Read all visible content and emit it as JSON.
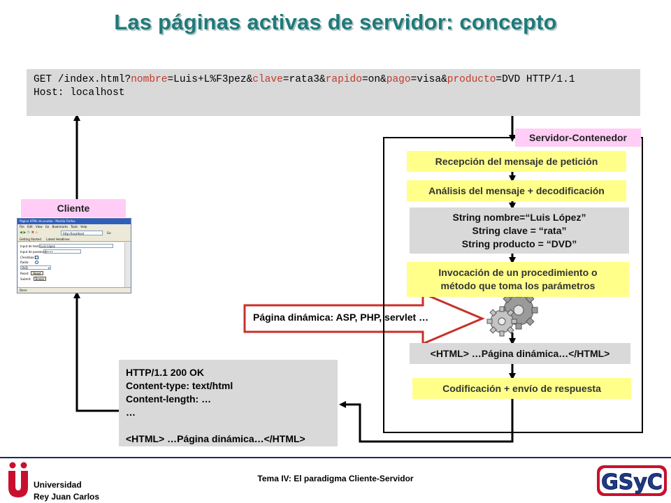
{
  "title": "Las páginas activas de servidor: concepto",
  "request": {
    "line1_parts": [
      {
        "text": "GET /index.html?",
        "type": "plain"
      },
      {
        "text": "nombre",
        "type": "param"
      },
      {
        "text": "=Luis+L%F3pez&",
        "type": "plain"
      },
      {
        "text": "clave",
        "type": "param"
      },
      {
        "text": "=rata3&",
        "type": "plain"
      },
      {
        "text": "rapido",
        "type": "param"
      },
      {
        "text": "=on&",
        "type": "plain"
      },
      {
        "text": "pago",
        "type": "param"
      },
      {
        "text": "=visa&",
        "type": "plain"
      },
      {
        "text": "producto",
        "type": "param"
      },
      {
        "text": "=DVD HTTP/1.1",
        "type": "plain"
      }
    ],
    "line2": "Host: localhost"
  },
  "server_label": "Servidor-Contenedor",
  "client_label": "Cliente",
  "steps": {
    "recepcion": "Recepción del mensaje de petición",
    "analisis": "Análisis del mensaje + decodificación",
    "strings": [
      "String nombre=“Luis López”",
      "String clave = “rata”",
      "String producto = “DVD”"
    ],
    "invocacion": [
      "Invocación de un procedimiento o",
      "método que toma los parámetros"
    ],
    "html_out": "<HTML> …Página dinámica…</HTML>",
    "codificacion": "Codificación + envío de respuesta"
  },
  "dynamic_label": "Página dinámica:  ASP, PHP, servlet …",
  "response": {
    "lines": [
      "HTTP/1.1 200 OK",
      "Content-type: text/html",
      "Content-length: …",
      "…",
      "",
      "<HTML> …Página dinámica…</HTML>"
    ]
  },
  "browser": {
    "window_title": "Página HTML de prueba - Mozilla Firefox",
    "menu": [
      "File",
      "Edit",
      "View",
      "Go",
      "Bookmarks",
      "Tools",
      "Help"
    ],
    "address": "http://localhost",
    "go_label": "Go",
    "bookmarks": [
      "Getting Started",
      "Latest Headlines"
    ],
    "form": {
      "text_label": "Input de texto:",
      "text_value": "Luis López",
      "password_label": "Input de password:",
      "password_value": "•••••",
      "checkbox_label": "Checkbox:",
      "radio_label": "Radio:",
      "select_value": "DVD",
      "reset_label": "Reset:",
      "reset_button": "Reset",
      "submit_label": "Submit:",
      "submit_button": "Enviar"
    },
    "status": "Done"
  },
  "footer": {
    "text": "Tema IV: El paradigma Cliente-Servidor",
    "university": [
      "Universidad",
      "Rey Juan Carlos"
    ],
    "logo_text": "GSyC"
  },
  "colors": {
    "title": "#1f7a7a",
    "pink_label": "#ffcdf5",
    "yellow_box": "#ffff8a",
    "grey_box": "#d9d9d9",
    "param": "#c0392b",
    "logo_red": "#c8102e",
    "logo_blue": "#1f3c88"
  }
}
